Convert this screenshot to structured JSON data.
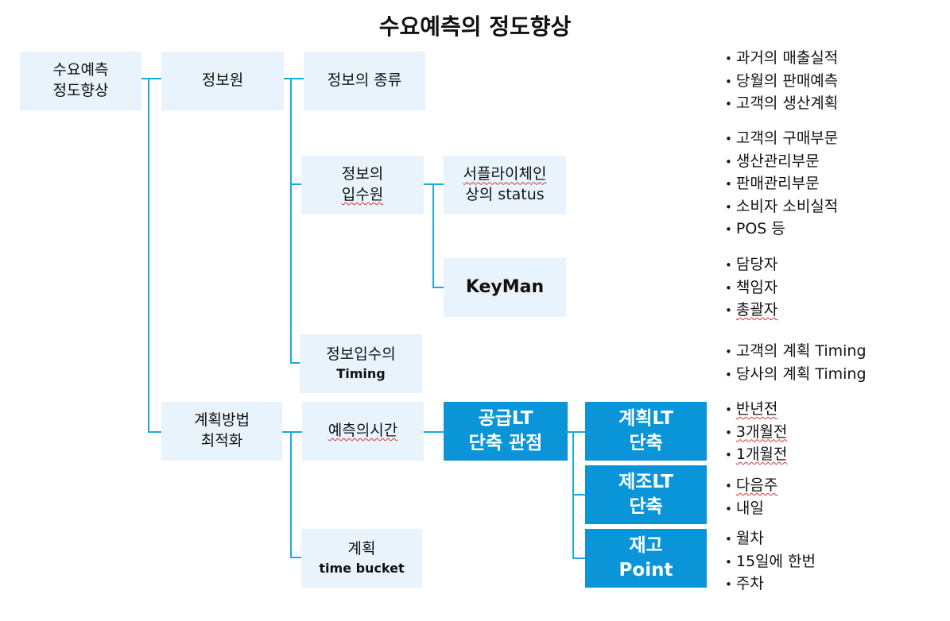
{
  "title": "수요예측의 정도향상",
  "nodes": {
    "root": [
      "수요예측",
      "정도향상"
    ],
    "info_source": [
      "정보원"
    ],
    "info_type": [
      "정보의 종류"
    ],
    "info_acquisition": [
      "정보의",
      "입수원"
    ],
    "supply_chain_status": [
      "서플라이체인",
      "상의 status"
    ],
    "keyman": [
      "KeyMan"
    ],
    "info_timing": [
      "정보입수의",
      "Timing"
    ],
    "plan_method": [
      "계획방법",
      "최적화"
    ],
    "forecast_time": [
      "예측의시간"
    ],
    "plan_bucket": [
      "계획",
      "time bucket"
    ],
    "supply_lt": [
      "공급LT",
      "단축 관점"
    ],
    "plan_lt": [
      "계획LT",
      "단축"
    ],
    "mfg_lt": [
      "제조LT",
      "단축"
    ],
    "inventory_point": [
      "재고",
      "Point"
    ]
  },
  "bullets": {
    "info_type": [
      "과거의 매출실적",
      "당월의 판매예측",
      "고객의 생산계획"
    ],
    "supply_chain": [
      "고객의 구매부문",
      "생산관리부문",
      "판매관리부문",
      "소비자 소비실적",
      "POS 등"
    ],
    "keyman": [
      "담당자",
      "책임자",
      "총괄자"
    ],
    "timing": [
      "고객의 계획 Timing",
      "당사의 계획 Timing"
    ],
    "plan_lt": [
      "반년전",
      "3개월전",
      "1개월전"
    ],
    "mfg_lt": [
      "다음주",
      "내일"
    ],
    "inventory": [
      "월차",
      "15일에 한번",
      "주차"
    ]
  },
  "colors": {
    "box_light": "#e8f3fb",
    "box_dark": "#0b95d9",
    "connector": "#1aa7e3"
  }
}
